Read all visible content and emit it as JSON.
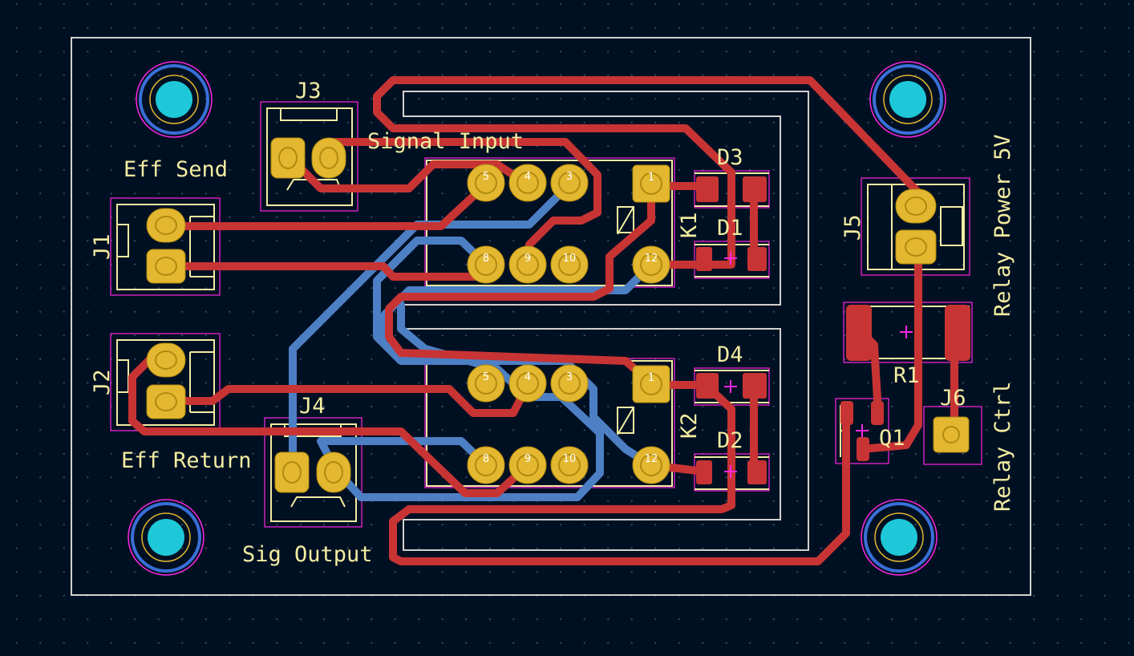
{
  "app": "KiCad PCB Editor",
  "colors": {
    "background": "#001023",
    "grid_dot": "#3a4a5e",
    "board_edge": "#d0d2cd",
    "silkscreen": "#f2eda1",
    "front_copper": "#c83434",
    "back_copper": "#4d7fc4",
    "pad": "#e3b72f",
    "pad_outline": "#b08a10",
    "mounting_hole": "#1ec8d8",
    "courtyard": "#ff26e2",
    "via_ring": "#3a6fd8"
  },
  "board": {
    "labels": {
      "eff_send": "Eff Send",
      "eff_return": "Eff Return",
      "signal_input": "Signal Input",
      "sig_output": "Sig Output",
      "relay_power": "Relay Power 5V",
      "relay_ctrl": "Relay Ctrl"
    },
    "refs": {
      "j1": "J1",
      "j2": "J2",
      "j3": "J3",
      "j4": "J4",
      "j5": "J5",
      "j6": "J6",
      "k1": "K1",
      "k2": "K2",
      "d1": "D1",
      "d2": "D2",
      "d3": "D3",
      "d4": "D4",
      "r1": "R1",
      "q1": "Q1"
    },
    "relay_pins": {
      "p1": "1",
      "p3": "3",
      "p4": "4",
      "p5": "5",
      "p8": "8",
      "p9": "9",
      "p10": "10",
      "p12": "12"
    }
  }
}
